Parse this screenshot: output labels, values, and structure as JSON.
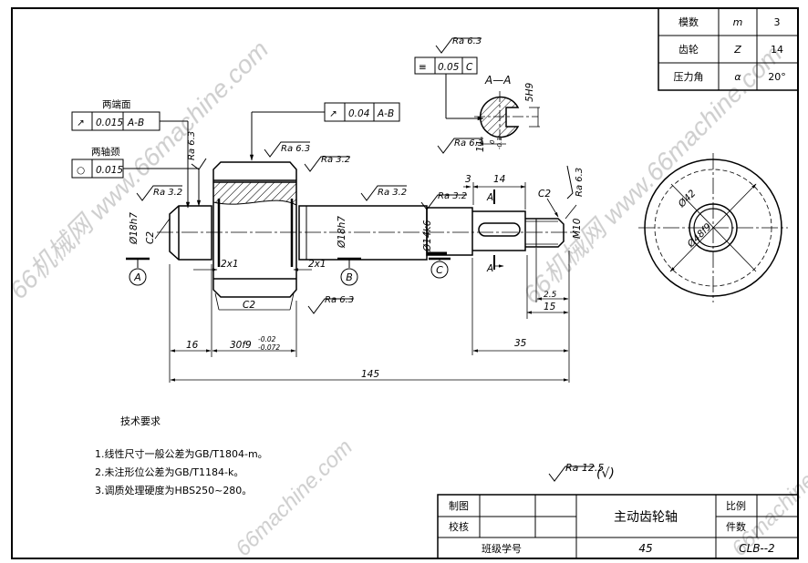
{
  "watermark": "66机械网 www.66machine.com",
  "watermark_short": "66machine.com",
  "gear_table": {
    "rows": [
      {
        "label": "模数",
        "symbol": "m",
        "value": "3"
      },
      {
        "label": "齿轮",
        "symbol": "Z",
        "value": "14"
      },
      {
        "label": "压力角",
        "symbol": "α",
        "value": "20°"
      }
    ]
  },
  "tolerances": {
    "end_face_label": "两端面",
    "end_face_frame": {
      "symbol": "↗",
      "value": "0.015",
      "datum": "A-B"
    },
    "journal_label": "两轴颈",
    "journal_frame": {
      "symbol": "○",
      "value": "0.015"
    },
    "gear_runout_frame": {
      "symbol": "↗",
      "value": "0.04",
      "datum": "A-B"
    },
    "keyway_sym_frame": {
      "symbol": "≡",
      "value": "0.05",
      "datum": "C"
    }
  },
  "roughness": {
    "r63": "Ra 6.3",
    "r32": "Ra 3.2",
    "r125": "Ra 12.5",
    "check": "(√)"
  },
  "section": {
    "title": "A—A",
    "depth_dim": "11",
    "depth_tol_upper": "0",
    "depth_tol_lower": "-0.1",
    "width_dim": "5H9"
  },
  "dimensions": {
    "d_left": "Ø18h7",
    "c2_left": "C2",
    "groove_left": "2x1",
    "groove_right": "2x1",
    "gear_chamfer": "C2",
    "d_right_journal": "Ø18h7",
    "d_key_shaft": "Ø14k6",
    "len_16": "16",
    "gear_width": "30f9",
    "gear_width_upper": "-0.02",
    "gear_width_lower": "-0.072",
    "total": "145",
    "len_35": "35",
    "len_3": "3",
    "len_14": "14",
    "c2_right": "C2",
    "len_15": "15",
    "len_2_5": "2.5",
    "thread_d": "M10",
    "section_mark": "A"
  },
  "datums": {
    "a": "A",
    "b": "B",
    "c": "C"
  },
  "end_view": {
    "d_outer": "Ø48f9",
    "d_root": "Ø42"
  },
  "notes": {
    "heading": "技术要求",
    "items": [
      "1.线性尺寸一般公差为GB/T1804-m。",
      "2.未注形位公差为GB/T1184-k。",
      "3.调质处理硬度为HBS250~280。"
    ]
  },
  "title_block": {
    "drawn_label": "制图",
    "check_label": "校核",
    "class_label": "班级学号",
    "part_name": "主动齿轮轴",
    "scale_label": "比例",
    "qty_label": "件数",
    "material": "45",
    "drawing_no": "CLB--2"
  }
}
